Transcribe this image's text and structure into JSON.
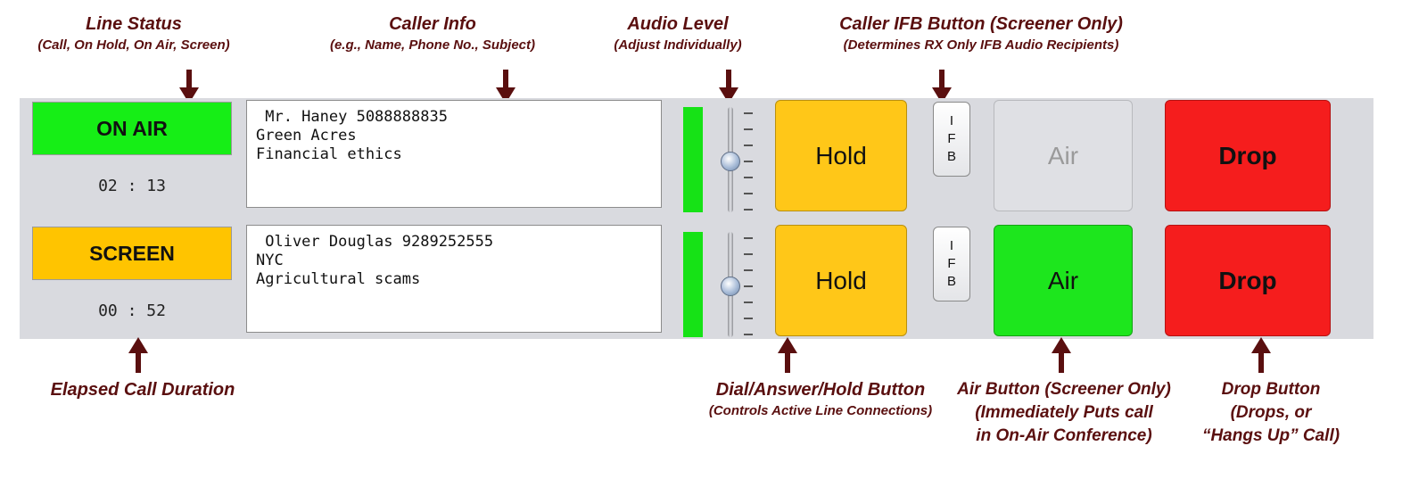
{
  "annotations": {
    "line_status": {
      "title": "Line Status",
      "sub": "(Call, On Hold, On Air, Screen)"
    },
    "caller_info": {
      "title": "Caller Info",
      "sub": "(e.g., Name, Phone No., Subject)"
    },
    "audio_level": {
      "title": "Audio Level",
      "sub": "(Adjust Individually)"
    },
    "caller_ifb": {
      "title": "Caller IFB Button (Screener Only)",
      "sub": "(Determines RX Only IFB Audio Recipients)"
    },
    "elapsed": {
      "title": "Elapsed Call Duration"
    },
    "hold": {
      "title": "Dial/Answer/Hold Button",
      "sub": "(Controls Active Line Connections)"
    },
    "air": {
      "line1": "Air Button (Screener Only)",
      "line2": "(Immediately Puts call",
      "line3": "in On-Air Conference)"
    },
    "drop": {
      "line1": "Drop Button",
      "line2": "(Drops, or",
      "line3": "“Hangs Up” Call)"
    }
  },
  "lines": [
    {
      "status": "ON AIR",
      "status_color": "#16ee16",
      "timer": "02 : 13",
      "caller": [
        " Mr. Haney 5088888835",
        "Green Acres",
        "Financial ethics"
      ],
      "audio_level": 1.0,
      "volume": 0.45,
      "hold_label": "Hold",
      "ifb_letters": [
        "I",
        "F",
        "B"
      ],
      "air_label": "Air",
      "air_state": "disabled",
      "drop_label": "Drop"
    },
    {
      "status": "SCREEN",
      "status_color": "#ffc400",
      "timer": "00 : 52",
      "caller": [
        " Oliver Douglas 9289252555",
        "NYC",
        "Agricultural scams"
      ],
      "audio_level": 1.0,
      "volume": 0.45,
      "hold_label": "Hold",
      "ifb_letters": [
        "I",
        "F",
        "B"
      ],
      "air_label": "Air",
      "air_state": "active",
      "drop_label": "Drop"
    }
  ],
  "colors": {
    "annotation": "#5a0f0f",
    "panel": "#d9dadf",
    "hold": "#ffc718",
    "air_active": "#1de61d",
    "drop": "#f51d1d",
    "meter": "#16e216"
  }
}
